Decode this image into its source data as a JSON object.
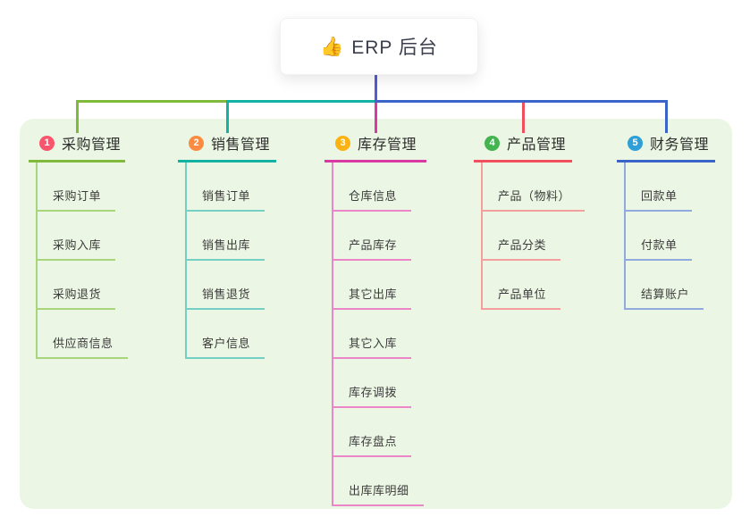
{
  "root": {
    "title": "ERP 后台",
    "icon": {
      "name": "thumbs-up-icon",
      "glyph": "👍",
      "color": "#f2b636"
    },
    "stem_color": "#515dd0"
  },
  "panel": {
    "background": "#ecf6e4"
  },
  "branches": [
    {
      "num": "1",
      "label": "采购管理",
      "badge_color": "#f9566e",
      "line_color": "#7fba3d",
      "child_line_color": "#a9d57c",
      "children": [
        "采购订单",
        "采购入库",
        "采购退货",
        "供应商信息"
      ]
    },
    {
      "num": "2",
      "label": "销售管理",
      "badge_color": "#fb8b41",
      "line_color": "#14b2a3",
      "child_line_color": "#74cfc4",
      "children": [
        "销售订单",
        "销售出库",
        "销售退货",
        "客户信息"
      ]
    },
    {
      "num": "3",
      "label": "库存管理",
      "badge_color": "#fbb213",
      "line_color": "#d93aa1",
      "child_line_color": "#ec86c8",
      "children": [
        "仓库信息",
        "产品库存",
        "其它出库",
        "其它入库",
        "库存调拨",
        "库存盘点",
        "出库库明细"
      ]
    },
    {
      "num": "4",
      "label": "产品管理",
      "badge_color": "#43b450",
      "line_color": "#f24f5e",
      "child_line_color": "#f59e9e",
      "children": [
        "产品（物料）",
        "产品分类",
        "产品单位"
      ]
    },
    {
      "num": "5",
      "label": "财务管理",
      "badge_color": "#2f9fd7",
      "line_color": "#3b64c9",
      "child_line_color": "#90a9de",
      "children": [
        "回款单",
        "付款单",
        "结算账户"
      ]
    }
  ]
}
